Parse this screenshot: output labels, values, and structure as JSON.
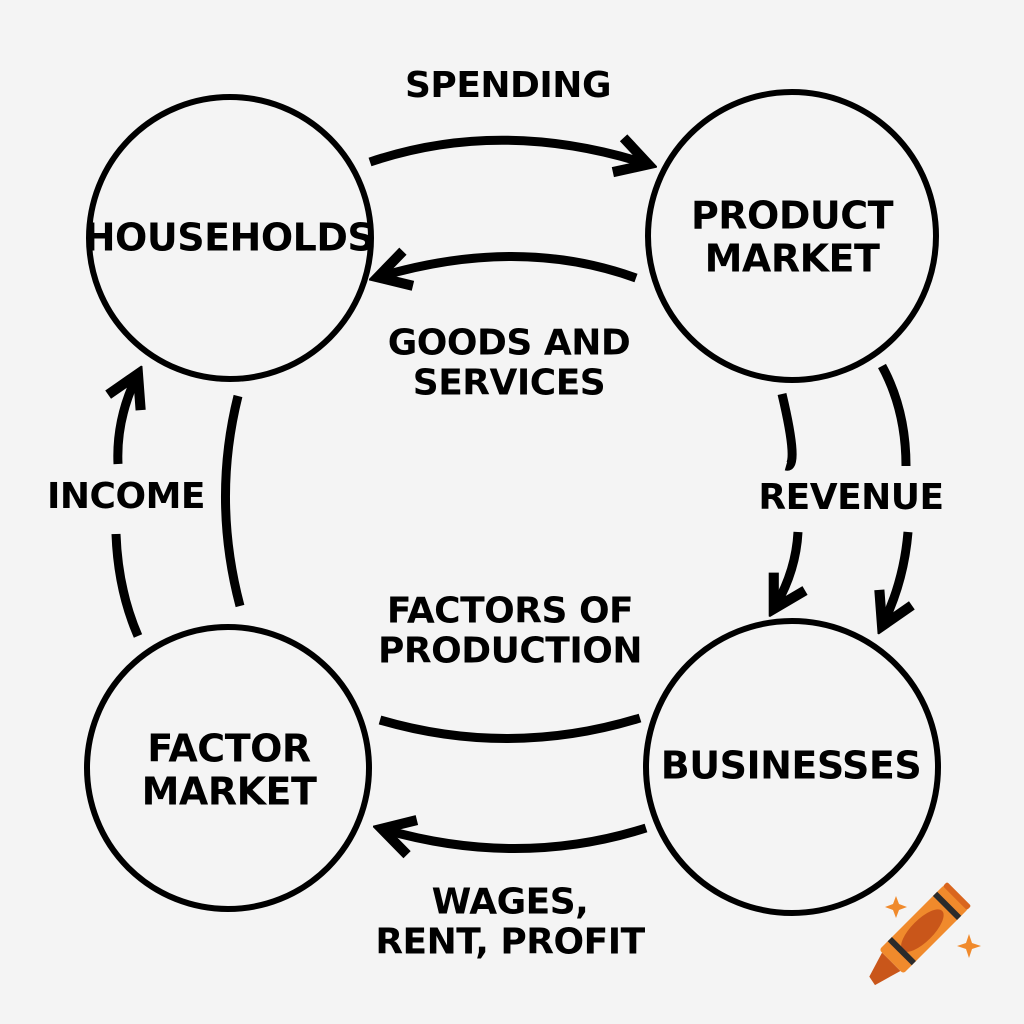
{
  "diagram": {
    "type": "circular-flow",
    "nodes": {
      "households": {
        "label": "HOUSEHOLDS"
      },
      "product_market": {
        "line1": "PRODUCT",
        "line2": "MARKET"
      },
      "factor_market": {
        "line1": "FACTOR",
        "line2": "MARKET"
      },
      "businesses": {
        "label": "BUSINESSES"
      }
    },
    "flows": {
      "spending": {
        "label": "SPENDING",
        "from": "households",
        "to": "product_market"
      },
      "goods_services": {
        "line1": "GOODS AND",
        "line2": "SERVICES",
        "from": "product_market",
        "to": "households"
      },
      "revenue": {
        "label": "REVENUE",
        "from": "product_market",
        "to": "businesses"
      },
      "factors_of_production": {
        "line1": "FACTORS OF",
        "line2": "PRODUCTION",
        "from": "factor_market",
        "to": "businesses"
      },
      "wages_rent_profit": {
        "line1": "WAGES,",
        "line2": "RENT, PROFIT",
        "from": "businesses",
        "to": "factor_market"
      },
      "income": {
        "label": "INCOME",
        "from": "factor_market",
        "to": "households"
      }
    },
    "colors": {
      "background": "#f4f4f4",
      "stroke": "#000000",
      "crayon_body": "#f08a2c",
      "crayon_dark": "#c9561a",
      "crayon_band": "#2b2b2b",
      "sparkle": "#f08a2c"
    },
    "watermark": {
      "icon": "crayon-icon"
    }
  }
}
